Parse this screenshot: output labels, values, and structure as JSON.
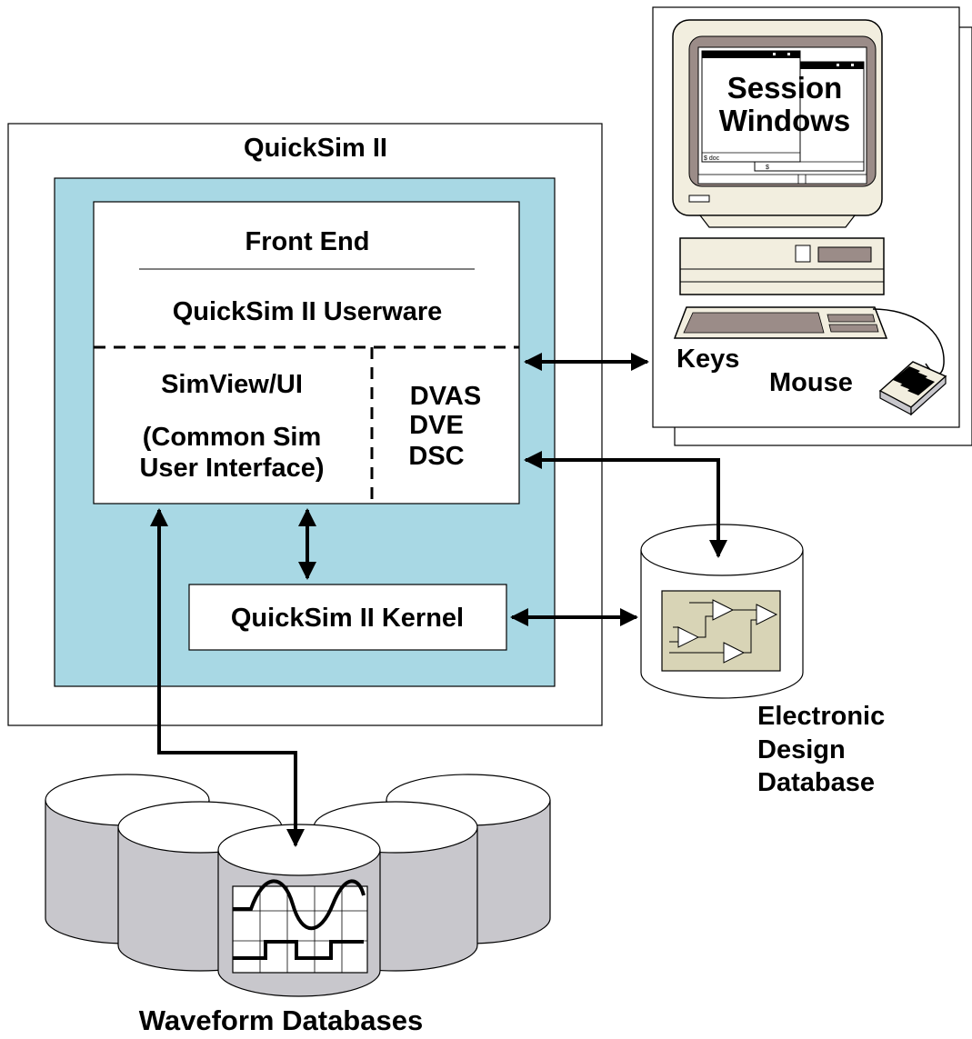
{
  "quicksim": {
    "title": "QuickSim II",
    "front_end": "Front End",
    "userware": "QuickSim II Userware",
    "simview": "SimView/UI",
    "common_sim_line1": "(Common Sim",
    "common_sim_line2": "User Interface)",
    "dvas": "DVAS",
    "dve": "DVE",
    "dsc": "DSC",
    "kernel": "QuickSim II Kernel"
  },
  "workstation": {
    "session_line1": "Session",
    "session_line2": "Windows",
    "keys": "Keys",
    "mouse": "Mouse",
    "prompt_doc": "$ doc",
    "prompt": "$"
  },
  "edd": {
    "line1": "Electronic",
    "line2": "Design",
    "line3": "Database"
  },
  "waveform": {
    "label": "Waveform Databases"
  },
  "colors": {
    "inner_fill": "#a8d8e4",
    "cylinder_fill": "#c8c7cc",
    "schematic_fill": "#d8d4b6",
    "screen_bezel": "#9b8c88",
    "monitor_fill": "#f2eedf"
  }
}
